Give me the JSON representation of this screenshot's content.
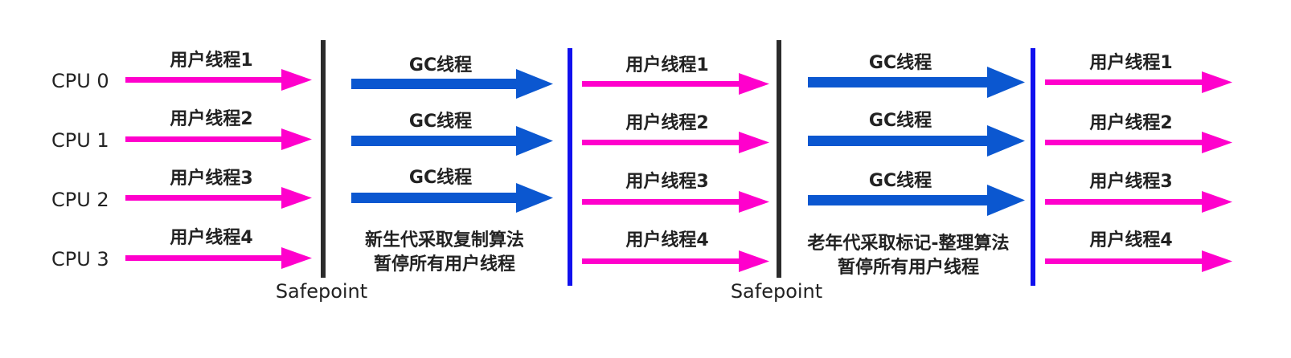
{
  "colors": {
    "user_thread": "#ff00cc",
    "gc_thread": "#0b57d0",
    "stop_bar": "#2b2b2b",
    "resume_bar": "#1010ee"
  },
  "cpus": [
    "CPU 0",
    "CPU 1",
    "CPU 2",
    "CPU 3"
  ],
  "phase1": {
    "labels": [
      "用户线程1",
      "用户线程2",
      "用户线程3",
      "用户线程4"
    ]
  },
  "young_gc": {
    "labels": [
      "GC线程",
      "GC线程",
      "GC线程"
    ],
    "note_line1": "新生代采取复制算法",
    "note_line2": "暂停所有用户线程"
  },
  "phase2": {
    "labels": [
      "用户线程1",
      "用户线程2",
      "用户线程3",
      "用户线程4"
    ]
  },
  "old_gc": {
    "labels": [
      "GC线程",
      "GC线程",
      "GC线程"
    ],
    "note_line1": "老年代采取标记-整理算法",
    "note_line2": "暂停所有用户线程"
  },
  "phase3": {
    "labels": [
      "用户线程1",
      "用户线程2",
      "用户线程3",
      "用户线程4"
    ]
  },
  "safepoints": [
    "Safepoint",
    "Safepoint"
  ]
}
